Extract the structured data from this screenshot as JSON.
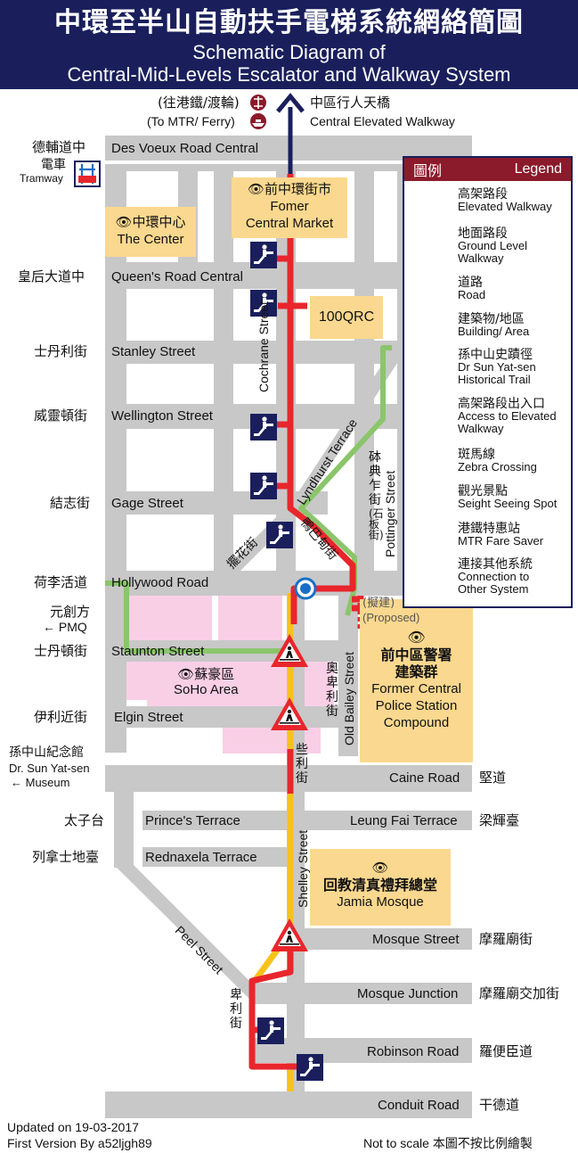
{
  "header": {
    "title_zh": "中環至半山自動扶手電梯系統網絡簡圖",
    "title_en_1": "Schematic Diagram of",
    "title_en_2": "Central-Mid-Levels Escalator and Walkway System"
  },
  "colors": {
    "elevated": "#e8262c",
    "ground": "#f7c21a",
    "road": "#c8c8c8",
    "building": "#fbd88f",
    "area": "#f9cfe6",
    "trail": "#8bc56b",
    "navy": "#1a1f5c",
    "legend_head": "#8b1a2b"
  },
  "top": {
    "mtr_zh": "(往港鐵/渡輪)",
    "mtr_en": "(To MTR/ Ferry)",
    "elevated_zh": "中區行人天橋",
    "elevated_en": "Central Elevated Walkway"
  },
  "roads": {
    "des_voeux_zh": "德輔道中",
    "des_voeux_en": "Des Voeux Road Central",
    "tram_zh": "電車",
    "tram_en": "Tramway",
    "queens_zh": "皇后大道中",
    "queens_en": "Queen's Road Central",
    "stanley_zh": "士丹利街",
    "stanley_en": "Stanley Street",
    "wellington_zh": "威靈頓街",
    "wellington_en": "Wellington Street",
    "gage_zh": "結志街",
    "gage_en": "Gage Street",
    "hollywood_zh": "荷李活道",
    "hollywood_en": "Hollywood Road",
    "staunton_zh": "士丹頓街",
    "staunton_en": "Staunton Street",
    "elgin_zh": "伊利近街",
    "elgin_en": "Elgin Street",
    "caine_zh": "堅道",
    "caine_en": "Caine Road",
    "princes_zh": "太子台",
    "princes_en": "Prince's Terrace",
    "leung_fai_zh": "梁輝臺",
    "leung_fai_en": "Leung Fai Terrace",
    "rednaxela_zh": "列拿士地臺",
    "rednaxela_en": "Rednaxela Terrace",
    "mosque_st_zh": "摩羅廟街",
    "mosque_st_en": "Mosque Street",
    "mosque_jct_zh": "摩羅廟交加街",
    "mosque_jct_en": "Mosque Junction",
    "robinson_zh": "羅便臣道",
    "robinson_en": "Robinson Road",
    "conduit_zh": "干德道",
    "conduit_en": "Conduit Road",
    "cochrane_en": "Cochrane Street",
    "lyndhurst_en": "Lyndhurst Terrace",
    "pottinger_zh": "砵典乍街",
    "pottinger_sub": "(石板街)",
    "pottinger_en": "Pottinger Street",
    "aberdeen_zh": "鴨巴甸街",
    "old_bailey_zh": "奧卑利街",
    "old_bailey_en": "Old Bailey Street",
    "shelley_zh": "些利街",
    "shelley_en": "Shelley Street",
    "peel_zh": "卑利街",
    "peel_en": "Peel Street",
    "graham_zh": "擺花街"
  },
  "places": {
    "market_zh": "前中環街市",
    "market_en_1": "Fomer",
    "market_en_2": "Central Market",
    "center_zh": "中環中心",
    "center_en": "The Center",
    "qrc": "100QRC",
    "pmq_zh": "元創方",
    "pmq_en": "PMQ",
    "soho_zh": "蘇豪區",
    "soho_en": "SoHo Area",
    "police_zh_1": "前中區警署",
    "police_zh_2": "建築群",
    "police_en_1": "Former Central",
    "police_en_2": "Police Station",
    "police_en_3": "Compound",
    "proposed_zh": "(擬建)",
    "proposed_en": "(Proposed)",
    "sys_zh": "孫中山紀念館",
    "sys_en_1": "Dr. Sun Yat-sen",
    "sys_en_2": "Museum",
    "mosque_zh": "回教清真禮拜總堂",
    "mosque_en": "Jamia Mosque"
  },
  "legend": {
    "title_zh": "圖例",
    "title_en": "Legend",
    "items": [
      {
        "zh": "高架路段",
        "en": "Elevated Walkway"
      },
      {
        "zh": "地面路段",
        "en": "Ground Level Walkway"
      },
      {
        "zh": "道路",
        "en": "Road"
      },
      {
        "zh": "建築物/地區",
        "en": "Building/ Area"
      },
      {
        "zh": "孫中山史蹟徑",
        "en": "Dr Sun Yat-sen Historical Trail"
      },
      {
        "zh": "高架路段出入口",
        "en": "Access to Elevated Walkway"
      },
      {
        "zh": "斑馬線",
        "en": "Zebra Crossing"
      },
      {
        "zh": "觀光景點",
        "en": "Seight Seeing Spot"
      },
      {
        "zh": "港鐵特惠站",
        "en": "MTR Fare Saver"
      },
      {
        "zh": "連接其他系統",
        "en": "Connection to Other System"
      }
    ]
  },
  "footer": {
    "updated": "Updated on 19-03-2017",
    "version": "First Version By a52ljgh89",
    "scale_en": "Not to scale",
    "scale_zh": "本圖不按比例繪製"
  }
}
